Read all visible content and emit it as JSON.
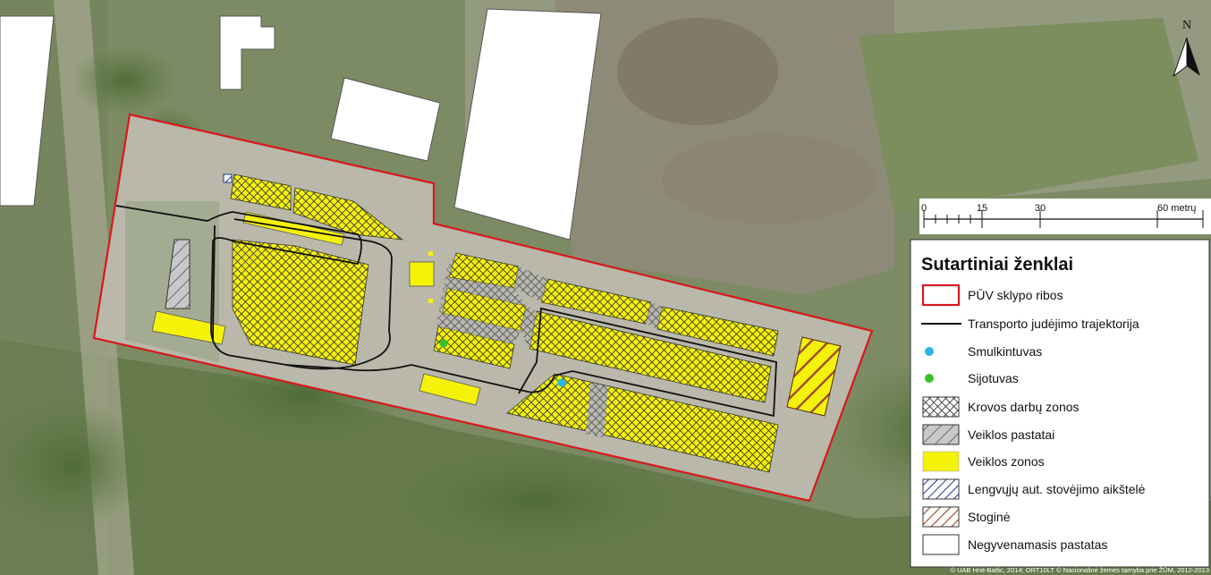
{
  "north_label": "N",
  "scale": {
    "ticks": [
      "0",
      "15",
      "30",
      "60 metrų"
    ]
  },
  "legend": {
    "title": "Sutartiniai ženklai",
    "items": [
      {
        "label": "PŪV sklypo ribos",
        "symbol": "boundary"
      },
      {
        "label": "Transporto judėjimo trajektorija",
        "symbol": "line"
      },
      {
        "label": "Smulkintuvas",
        "symbol": "dot-blue"
      },
      {
        "label": "Sijotuvas",
        "symbol": "dot-green"
      },
      {
        "label": "Krovos darbų zonos",
        "symbol": "crosshatch"
      },
      {
        "label": "Veiklos pastatai",
        "symbol": "gray-hatch"
      },
      {
        "label": "Veiklos zonos",
        "symbol": "yellow"
      },
      {
        "label": "Lengvųjų aut. stovėjimo aikštelė",
        "symbol": "blue-hatch"
      },
      {
        "label": "Stoginė",
        "symbol": "brown-hatch"
      },
      {
        "label": "Negyvenamasis pastatas",
        "symbol": "white"
      }
    ]
  },
  "credits": "© UAB Hnit-Baltic, 2014; ORT10LT © Nacionalinė žemės tarnyba prie ŽŪM, 2012-2013",
  "colors": {
    "boundary": "#d7191c",
    "zone_yellow": "#f5f20a",
    "building_white": "#ffffff",
    "stogine_brown": "#a0522d",
    "parking_blue": "#1f3a93",
    "smulkintuvas": "#29b6e6",
    "sijotuvas": "#39c12a"
  }
}
